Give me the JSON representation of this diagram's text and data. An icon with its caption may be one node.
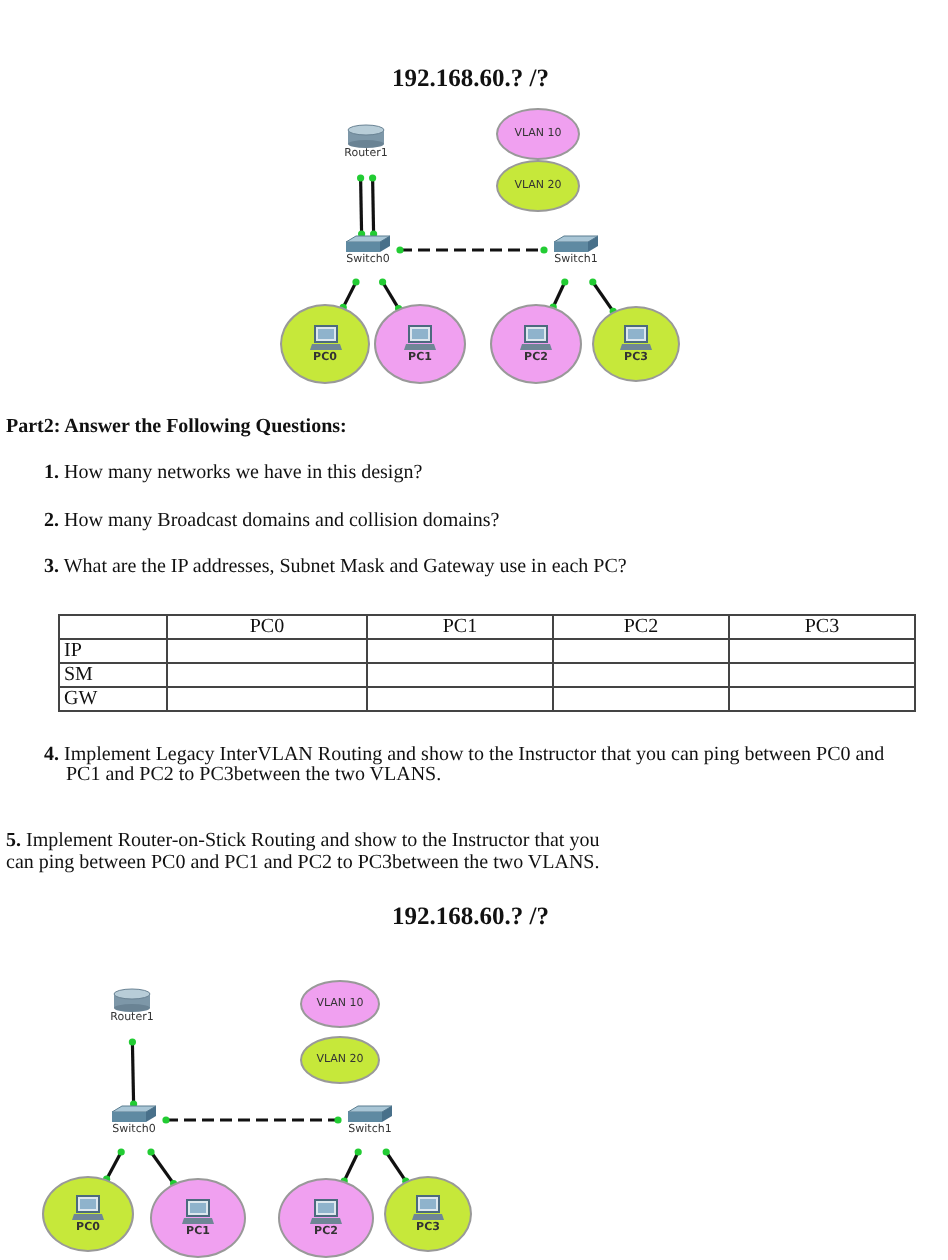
{
  "diagram": {
    "title": "192.168.60.? /?",
    "nodes": [
      {
        "text": [
          "Router1"
        ]
      },
      {
        "text": [
          "VLAN 10"
        ]
      },
      {
        "text": [
          "VLAN 20"
        ]
      },
      {
        "text": [
          "Switch0"
        ]
      },
      {
        "text": [
          "Switch1"
        ]
      },
      {
        "text": [
          "PC0"
        ]
      },
      {
        "text": [
          "PC1"
        ]
      },
      {
        "text": [
          "PC2"
        ]
      },
      {
        "text": [
          "PC3"
        ]
      },
      {
        "text": [
          "Router1"
        ]
      },
      {
        "text": [
          "VLAN 10"
        ]
      },
      {
        "text": [
          "VLAN 20"
        ]
      },
      {
        "text": [
          "Switch0"
        ]
      },
      {
        "text": [
          "Switch1"
        ]
      },
      {
        "text": [
          "PC0"
        ]
      },
      {
        "text": [
          "PC1"
        ]
      },
      {
        "text": [
          "PC2"
        ]
      },
      {
        "text": [
          "PC3"
        ]
      }
    ],
    "edges": [
      {
        "from": 0,
        "to": 3,
        "arrow": "other"
      },
      {
        "from": 0,
        "to": 3,
        "arrow": "other"
      },
      {
        "from": 3,
        "to": 4,
        "arrow": "other",
        "style": "dashed"
      },
      {
        "from": 3,
        "to": 5,
        "arrow": "other"
      },
      {
        "from": 3,
        "to": 6,
        "arrow": "other"
      },
      {
        "from": 4,
        "to": 7,
        "arrow": "other"
      },
      {
        "from": 4,
        "to": 8,
        "arrow": "other"
      },
      {
        "from": 9,
        "to": 12,
        "arrow": "other"
      },
      {
        "from": 12,
        "to": 13,
        "arrow": "other",
        "style": "dashed"
      },
      {
        "from": 12,
        "to": 14,
        "arrow": "other"
      },
      {
        "from": 12,
        "to": 15,
        "arrow": "other"
      },
      {
        "from": 13,
        "to": 16,
        "arrow": "other"
      },
      {
        "from": 13,
        "to": 17,
        "arrow": "other"
      }
    ],
    "labels": [
      "Part2: Answer the Following Questions:",
      "**1.** How many networks we have in this design?",
      "**2.** How many Broadcast domains and collision domains?",
      "**3.** What are the IP addresses, Subnet Mask and Gateway use in each PC?",
      "PC0",
      "PC1",
      "PC2",
      "PC3",
      "IP",
      "SM",
      "GW",
      "**4.** Implement Legacy InterVLAN Routing and show to the Instructor that you can ping between PC0 and PC1 and PC2 to PC3between the two VLANS.",
      "**5.** Implement Router-on-Stick Routing and show to the Instructor that you can ping between PC0 and PC1 and PC2 to PC3between the two VLANS.",
      "192.168.60.? /?"
    ]
  }
}
